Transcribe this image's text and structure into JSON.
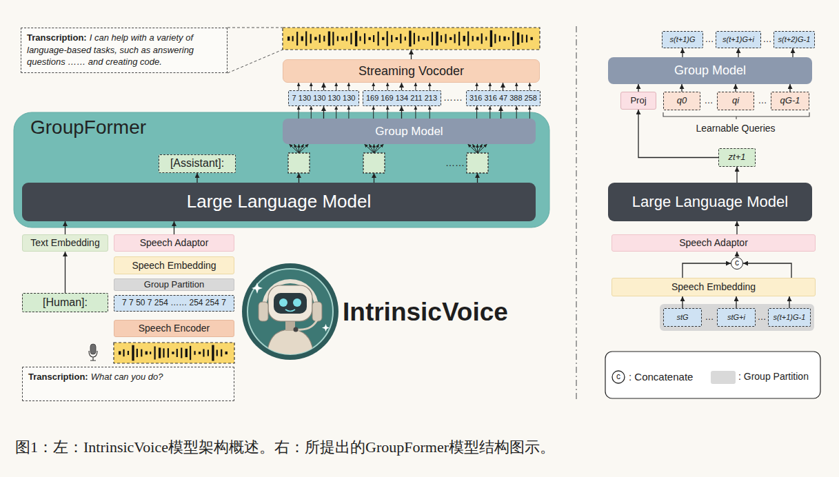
{
  "diagram": {
    "caption": "图1：左：IntrinsicVoice模型架构概述。右：所提出的GroupFormer模型结构图示。",
    "nodes": [
      {
        "text": [
          "Transcription:",
          "I can help with a variety of language-based tasks, such as answering questions …… and creating code."
        ]
      },
      {
        "text": [
          "Streaming Vocoder"
        ]
      },
      {
        "text": [
          "7 130 130 130 130"
        ]
      },
      {
        "text": [
          "169 169 134 211 213"
        ]
      },
      {
        "text": [
          "316 316 47 388 258"
        ]
      },
      {
        "text": [
          "GroupFormer"
        ]
      },
      {
        "text": [
          "Group Model"
        ],
        "in": 5
      },
      {
        "text": [
          "[Assistant]:"
        ],
        "in": 5
      },
      {
        "text": [
          "Large Language Model"
        ],
        "in": 5
      },
      {
        "text": [
          "Text Embedding"
        ]
      },
      {
        "text": [
          "[Human]:"
        ]
      },
      {
        "text": [
          "Speech Adaptor"
        ]
      },
      {
        "text": [
          "Speech Embedding"
        ]
      },
      {
        "text": [
          "Group Partition"
        ]
      },
      {
        "text": [
          "7 7 50 7 254 …… 254 254 7"
        ]
      },
      {
        "text": [
          "Speech Encoder"
        ]
      },
      {
        "text": [
          "Transcription:",
          "What can you do?"
        ]
      },
      {
        "text": [
          "s(t+1)G"
        ]
      },
      {
        "text": [
          "s(t+1)G+i"
        ]
      },
      {
        "text": [
          "s(t+2)G-1"
        ]
      },
      {
        "text": [
          "Group Model"
        ]
      },
      {
        "text": [
          "Proj"
        ]
      },
      {
        "text": [
          "q0"
        ]
      },
      {
        "text": [
          "qi"
        ]
      },
      {
        "text": [
          "qG-1"
        ]
      },
      {
        "text": [
          "zt+1"
        ]
      },
      {
        "text": [
          "Large Language Model"
        ]
      },
      {
        "text": [
          "Speech Adaptor"
        ]
      },
      {
        "text": [
          "c"
        ]
      },
      {
        "text": [
          "Speech Embedding"
        ]
      },
      {
        "text": [
          "stG"
        ]
      },
      {
        "text": [
          "stG+i"
        ]
      },
      {
        "text": [
          "s(t+1)G-1"
        ]
      }
    ],
    "edges": [
      {
        "from": 2,
        "to": 1,
        "arrow": "to"
      },
      {
        "from": 3,
        "to": 1,
        "arrow": "to"
      },
      {
        "from": 4,
        "to": 1,
        "arrow": "to"
      },
      {
        "from": 6,
        "to": 2,
        "arrow": "to"
      },
      {
        "from": 6,
        "to": 3,
        "arrow": "to"
      },
      {
        "from": 6,
        "to": 4,
        "arrow": "to"
      },
      {
        "from": 8,
        "to": 7,
        "arrow": "to"
      },
      {
        "from": 9,
        "to": 8,
        "arrow": "to"
      },
      {
        "from": 10,
        "to": 9,
        "arrow": "to"
      },
      {
        "from": 11,
        "to": 8,
        "arrow": "to"
      },
      {
        "from": 20,
        "to": 17,
        "arrow": "to"
      },
      {
        "from": 20,
        "to": 18,
        "arrow": "to"
      },
      {
        "from": 20,
        "to": 19,
        "arrow": "to"
      },
      {
        "from": 21,
        "to": 20,
        "arrow": "to"
      },
      {
        "from": 22,
        "to": 20,
        "arrow": "to"
      },
      {
        "from": 23,
        "to": 20,
        "arrow": "to"
      },
      {
        "from": 24,
        "to": 20,
        "arrow": "to"
      },
      {
        "from": 25,
        "to": 21,
        "arrow": "to"
      },
      {
        "from": 26,
        "to": 25,
        "arrow": "to"
      },
      {
        "from": 27,
        "to": 26,
        "arrow": "to"
      },
      {
        "from": 28,
        "to": 27,
        "arrow": "to"
      },
      {
        "from": 29,
        "to": 28,
        "arrow": "to"
      },
      {
        "from": 29,
        "to": 28,
        "arrow": "to"
      },
      {
        "from": 30,
        "to": 29,
        "arrow": "to"
      },
      {
        "from": 31,
        "to": 29,
        "arrow": "to"
      },
      {
        "from": 32,
        "to": 29,
        "arrow": "to"
      }
    ],
    "labels": [
      "……",
      "……",
      "…",
      "…",
      "…",
      "…",
      "Learnable Queries",
      "…",
      "…",
      "IntrinsicVoice",
      "c"
    ],
    "legend": [
      {
        "text": ": Concatenate"
      },
      {
        "text": ": Group Partition",
        "color": "#d9d9d9"
      }
    ]
  }
}
